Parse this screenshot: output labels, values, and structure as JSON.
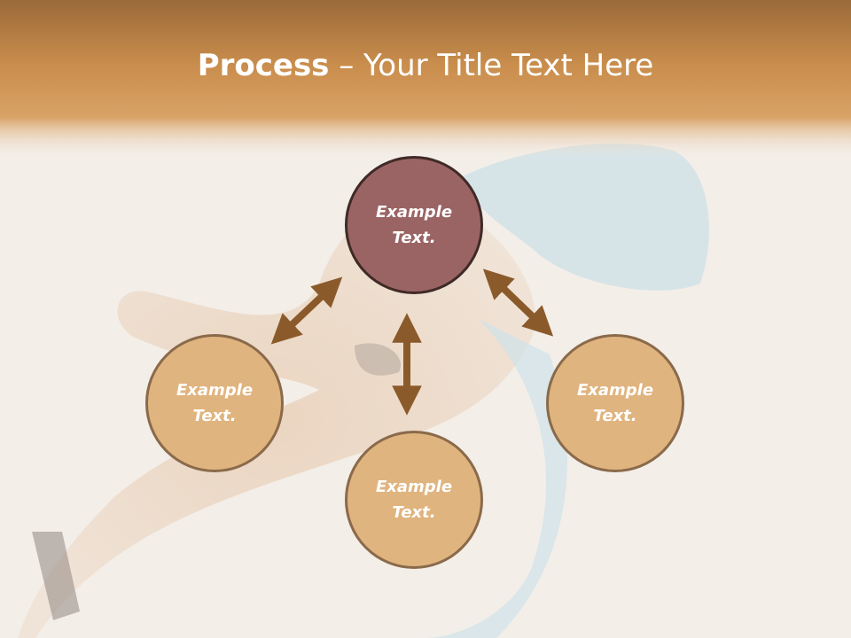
{
  "title": {
    "bold": "Process",
    "rest": " – Your Title Text Here"
  },
  "nodes": [
    {
      "id": "top",
      "label": "Example Text."
    },
    {
      "id": "left",
      "label": "Example Text."
    },
    {
      "id": "bottom",
      "label": "Example Text."
    },
    {
      "id": "right",
      "label": "Example Text."
    }
  ],
  "colors": {
    "header_band": "#c98d4c",
    "node_fill": "#e0b47f",
    "center_fill": "#9b6464",
    "arrow": "#8b5a2b"
  }
}
